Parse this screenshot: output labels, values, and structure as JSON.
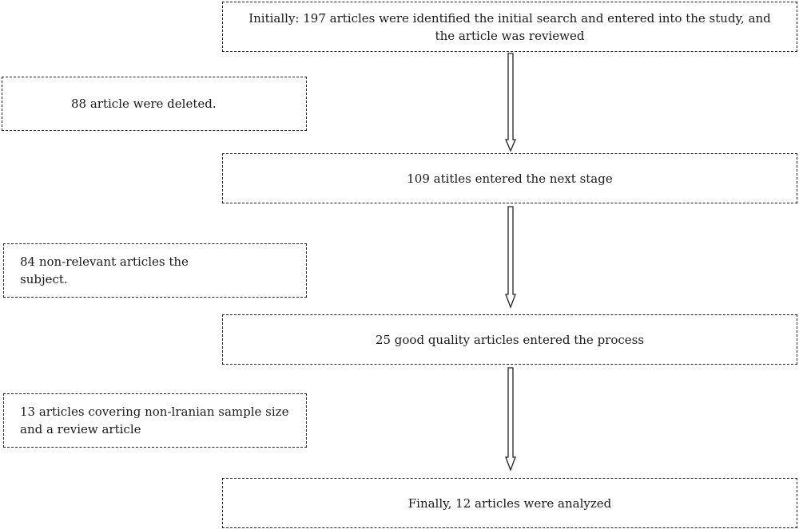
{
  "flowchart": {
    "step1": "Initially: 197 articles were identified the initial search and entered into the study, and the article was reviewed",
    "excluded1": "88 article were deleted.",
    "step2": "109 atitles entered the next stage",
    "excluded2": "84 non-relevant articles the subject.",
    "step3": "25 good quality articles entered the process",
    "excluded3": "13 articles covering non-lranian sample size and a review article",
    "step4": "Finally, 12 articles were analyzed"
  }
}
